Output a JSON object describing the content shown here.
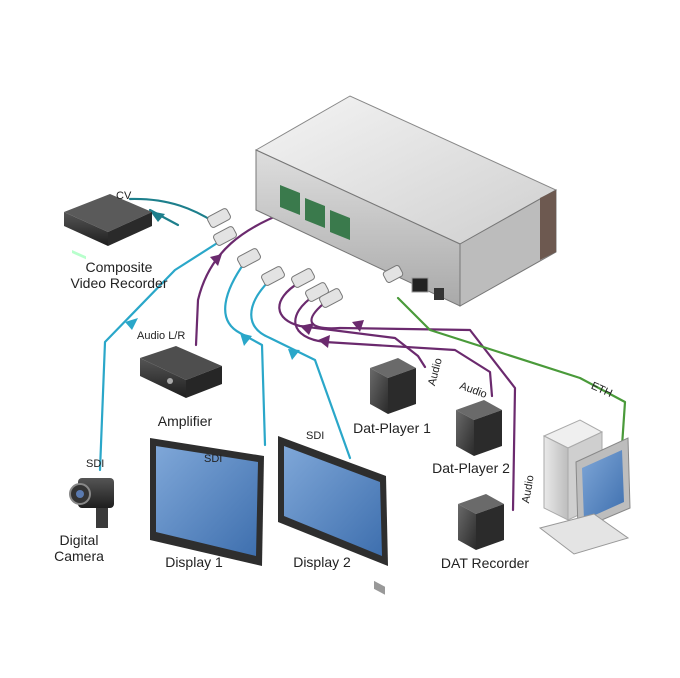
{
  "devices": {
    "composite_recorder": "Composite\nVideo Recorder",
    "amplifier": "Amplifier",
    "digital_camera": "Digital\nCamera",
    "display_1": "Display 1",
    "display_2": "Display 2",
    "dat_player_1": "Dat-Player 1",
    "dat_player_2": "Dat-Player 2",
    "dat_recorder": "DAT Recorder"
  },
  "connections": {
    "cv": "CV",
    "audio_lr": "Audio L/R",
    "sdi_camera": "SDI",
    "sdi_display1": "SDI",
    "sdi_display2": "SDI",
    "audio_player1": "Audio",
    "audio_player2": "Audio",
    "audio_recorder": "Audio",
    "eth": "ETH"
  },
  "colors": {
    "cable_cyan": "#2aa7c9",
    "cable_teal": "#1d7f8c",
    "cable_purple": "#6b2a6e",
    "cable_green": "#4a9a3a"
  }
}
